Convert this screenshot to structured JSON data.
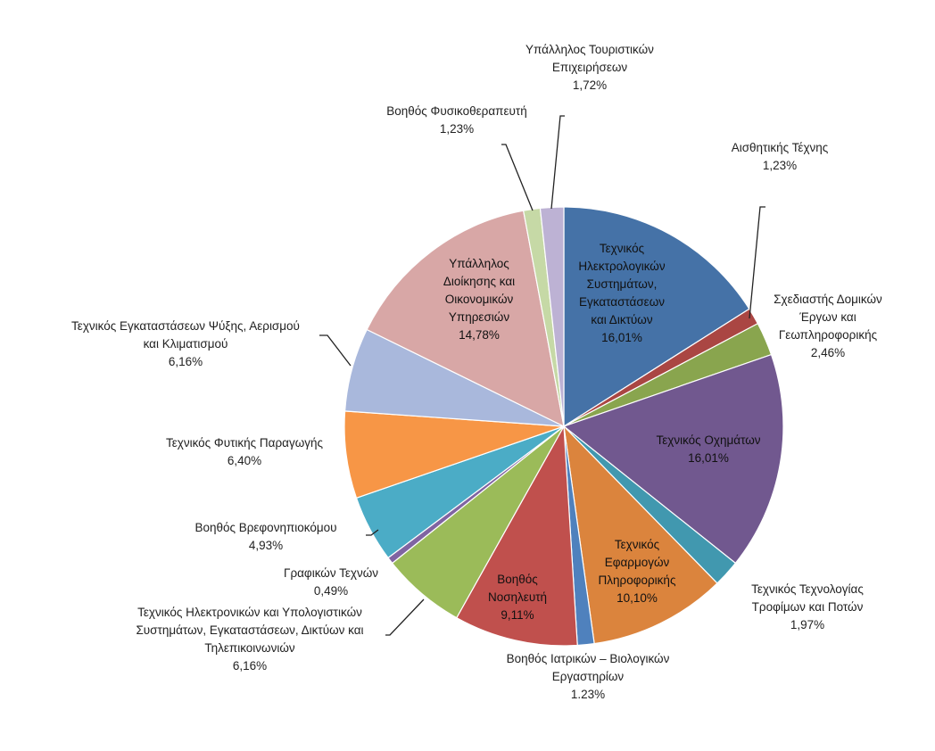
{
  "chart_data": {
    "type": "pie",
    "title": "",
    "slices": [
      {
        "label": [
          "Τεχνικός",
          "Ηλεκτρολογικών",
          "Συστημάτων,",
          "Εγκαταστάσεων",
          "και Δικτύων"
        ],
        "display": "16,01%",
        "value": 16.01,
        "color": "#4572A7"
      },
      {
        "label": [
          "Αισθητικής Τέχνης"
        ],
        "display": "1,23%",
        "value": 1.23,
        "color": "#AA4643"
      },
      {
        "label": [
          "Σχεδιαστής Δομικών",
          "Έργων και",
          "Γεωπληροφορικής"
        ],
        "display": "2,46%",
        "value": 2.46,
        "color": "#89A54E"
      },
      {
        "label": [
          "Τεχνικός Οχημάτων"
        ],
        "display": "16,01%",
        "value": 16.01,
        "color": "#71588F"
      },
      {
        "label": [
          "Τεχνικός Τεχνολογίας",
          "Τροφίμων και Ποτών"
        ],
        "display": "1,97%",
        "value": 1.97,
        "color": "#4198AF"
      },
      {
        "label": [
          "Τεχνικός",
          "Εφαρμογών",
          "Πληροφορικής"
        ],
        "display": "10,10%",
        "value": 10.1,
        "color": "#DB843D"
      },
      {
        "label": [
          "Βοηθός Ιατρικών – Βιολογικών",
          "Εργαστηρίων"
        ],
        "display": "1.23%",
        "value": 1.23,
        "color": "#4F81BD"
      },
      {
        "label": [
          "Βοηθός",
          "Νοσηλευτή"
        ],
        "display": "9,11%",
        "value": 9.11,
        "color": "#C0504D"
      },
      {
        "label": [
          "Τεχνικός Ηλεκτρονικών και Υπολογιστικών",
          "Συστημάτων, Εγκαταστάσεων, Δικτύων και",
          "Τηλεπικοινωνιών"
        ],
        "display": "6,16%",
        "value": 6.16,
        "color": "#9BBB59"
      },
      {
        "label": [
          "Γραφικών Τεχνών"
        ],
        "display": "0,49%",
        "value": 0.49,
        "color": "#8064A2"
      },
      {
        "label": [
          "Βοηθός Βρεφονηπιοκόμου"
        ],
        "display": "4,93%",
        "value": 4.93,
        "color": "#4BACC6"
      },
      {
        "label": [
          "Τεχνικός Φυτικής Παραγωγής"
        ],
        "display": "6,40%",
        "value": 6.4,
        "color": "#F79646"
      },
      {
        "label": [
          "Τεχνικός Εγκαταστάσεων Ψύξης, Αερισμού",
          "και Κλιματισμού"
        ],
        "display": "6,16%",
        "value": 6.16,
        "color": "#A9B8DC"
      },
      {
        "label": [
          "Υπάλληλος",
          "Διοίκησης και",
          "Οικονομικών",
          "Υπηρεσιών"
        ],
        "display": "14,78%",
        "value": 14.78,
        "color": "#D8A7A6"
      },
      {
        "label": [
          "Βοηθός Φυσικοθεραπευτή"
        ],
        "display": "1,23%",
        "value": 1.23,
        "color": "#C6D9A6"
      },
      {
        "label": [
          "Υπάλληλος Τουριστικών",
          "Επιχειρήσεων"
        ],
        "display": "1,72%",
        "value": 1.72,
        "color": "#BDB2D4"
      }
    ]
  }
}
